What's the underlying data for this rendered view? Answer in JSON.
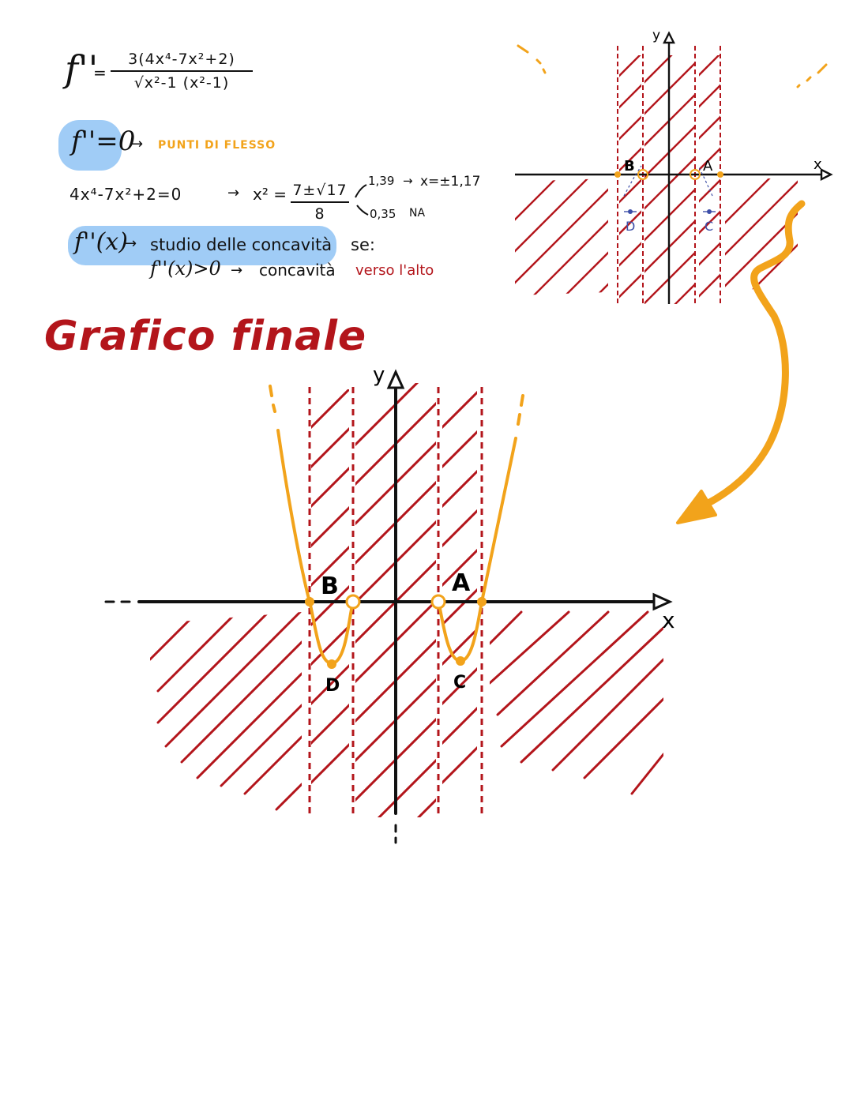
{
  "notes": {
    "second_derivative": {
      "symbol": "f''",
      "eq": "=",
      "numerator": "3(4x⁴-7x²+2)",
      "denominator": "√x²-1 (x²-1)"
    },
    "zero_condition": {
      "expr": "f''=0",
      "arrow": "→",
      "label": "PUNTI DI FLESSO"
    },
    "equation": {
      "expr": "4x⁴-7x²+2=0",
      "arrow": "→",
      "lhs": "x² =",
      "frac_num": "7±√17",
      "frac_den": "8",
      "root1": "1,39",
      "root1_arrow": "→",
      "root1_result": "x=±1,17",
      "root2": "0,35",
      "root2_note": "NA"
    },
    "concavity": {
      "expr": "f''(x)",
      "arrow": "→",
      "text": "studio delle concavità",
      "se": "se:",
      "cond": "f''(x)>0",
      "cond_arrow": "→",
      "result": "concavità",
      "result_dir": "verso l'alto"
    }
  },
  "sketch": {
    "y_label": "y",
    "x_label": "x",
    "points": {
      "B": "B",
      "A": "A",
      "D": "D",
      "C": "C"
    }
  },
  "final_graph": {
    "title": "Grafico finale",
    "y_label": "y",
    "x_label": "x",
    "points": {
      "B": "B",
      "A": "A",
      "D": "D",
      "C": "C"
    }
  },
  "colors": {
    "curve": "#f2a31b",
    "hatch": "#b3151b",
    "highlight": "#8fc3f5",
    "point_label_blue": "#3d4fa8"
  }
}
